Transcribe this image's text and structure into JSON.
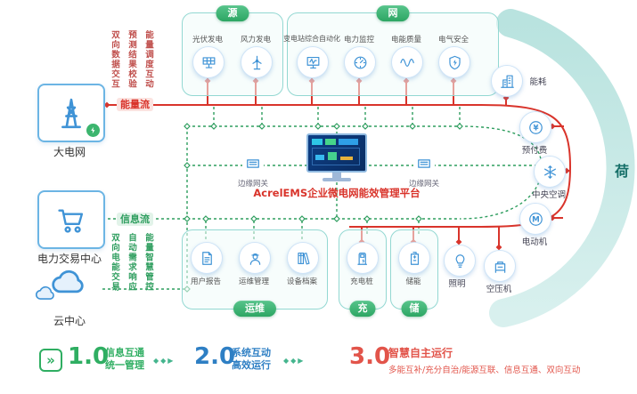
{
  "colors": {
    "energy_flow_red": "#d9342b",
    "info_flow_green": "#2f9e5f",
    "panel_border_teal": "#93d8d2",
    "arc_band_teal": "#c5e8e5",
    "icon_blue": "#3f93d6",
    "pill_green": "#3db377",
    "legend_green": "#2fae62",
    "legend_blue": "#2e7fc4",
    "legend_red": "#e2544a"
  },
  "top": {
    "source": {
      "pill": "源",
      "items": [
        {
          "label": "光伏发电",
          "icon": "solar-panel-icon"
        },
        {
          "label": "风力发电",
          "icon": "wind-turbine-icon"
        }
      ]
    },
    "grid": {
      "pill": "网",
      "items": [
        {
          "label": "变电站综合自动化",
          "icon": "substation-icon"
        },
        {
          "label": "电力监控",
          "icon": "power-monitor-icon"
        },
        {
          "label": "电能质量",
          "icon": "power-quality-icon"
        },
        {
          "label": "电气安全",
          "icon": "electrical-safety-icon"
        }
      ]
    }
  },
  "left": {
    "main_grid": "大电网",
    "trading_center": "电力交易中心",
    "cloud_center": "云中心",
    "energy_flow": "能量流",
    "info_flow": "信息流",
    "energy_notes": [
      "双向数据交互",
      "预测结果校验",
      "能量调度互动"
    ],
    "info_notes": [
      "双向电能交易",
      "自动需求响应",
      "能量智慧管控"
    ]
  },
  "center": {
    "platform_title": "AcrelEMS企业微电网能效管理平台",
    "gateway_left": "边缘网关",
    "gateway_right": "边缘网关"
  },
  "load": {
    "label": "荷",
    "items": [
      {
        "label": "能耗",
        "icon": "energy-consumption-icon"
      },
      {
        "label": "预付费",
        "icon": "prepaid-icon"
      },
      {
        "label": "中央空调",
        "icon": "central-ac-icon"
      },
      {
        "label": "电动机",
        "icon": "motor-icon"
      },
      {
        "label": "空压机",
        "icon": "air-compressor-icon"
      },
      {
        "label": "照明",
        "icon": "lighting-icon"
      }
    ]
  },
  "bottom": {
    "om": {
      "pill": "运维",
      "items": [
        {
          "label": "用户报告",
          "icon": "user-report-icon"
        },
        {
          "label": "运维管理",
          "icon": "om-management-icon"
        },
        {
          "label": "设备档案",
          "icon": "equipment-archive-icon"
        }
      ]
    },
    "charge": {
      "pill": "充",
      "items": [
        {
          "label": "充电桩",
          "icon": "charging-pile-icon"
        }
      ]
    },
    "storage": {
      "pill": "储",
      "items": [
        {
          "label": "储能",
          "icon": "energy-storage-icon"
        }
      ]
    }
  },
  "legend": {
    "stages": [
      {
        "version": "1.0",
        "lines": [
          "信息互通",
          "统一管理"
        ]
      },
      {
        "version": "2.0",
        "lines": [
          "系统互动",
          "高效运行"
        ]
      },
      {
        "version": "3.0",
        "lines": [
          "智慧自主运行",
          "多能互补/充分自治/能源互联、信息互通、双向互动"
        ]
      }
    ]
  }
}
